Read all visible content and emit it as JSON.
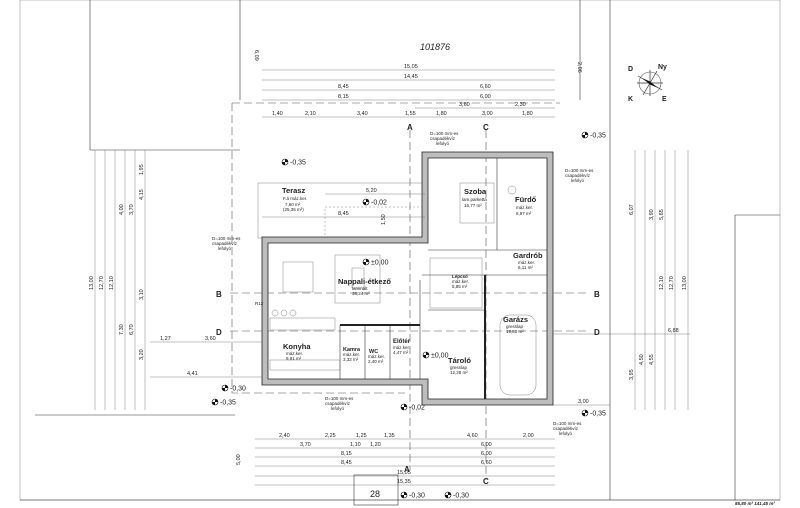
{
  "plan": {
    "lot_number": "101876",
    "neighbor_lot": "28",
    "scale_text": "85,80 m² 141,45 m²",
    "compass": {
      "n": "D",
      "ne": "Ny",
      "s": "E",
      "w": "K"
    },
    "rooms": [
      {
        "name": "Terasz",
        "floor": "F.á máz.ker.",
        "area": "7,60 m²",
        "extra": "(25,35 m²)"
      },
      {
        "name": "Szoba",
        "floor": "lam.parketta",
        "area": "16,77 m²"
      },
      {
        "name": "Fürdő",
        "floor": "máz.ker.",
        "area": "8,97 m²"
      },
      {
        "name": "Gardrób",
        "floor": "máz.ker.",
        "area": "6,11 m²"
      },
      {
        "name": "Nappali-étkező",
        "floor": "laminált",
        "area": "38,24 m²"
      },
      {
        "name": "Lépcső",
        "floor": "máz.ker.",
        "area": "5,85 m²"
      },
      {
        "name": "Konyha",
        "floor": "máz.ker.",
        "area": "9,91 m²"
      },
      {
        "name": "Kamra",
        "floor": "máz.ker.",
        "area": "3,32 m²"
      },
      {
        "name": "WC",
        "floor": "máz.ker.",
        "area": "2,40 m²"
      },
      {
        "name": "Előtér",
        "floor": "máz.ker.",
        "area": "4,47 m²"
      },
      {
        "name": "Tároló",
        "floor": "gresslap",
        "area": "12,28 m²"
      },
      {
        "name": "Garázs",
        "floor": "gresslap",
        "area": "19,80 m²"
      }
    ],
    "elevations": [
      "-0,35",
      "-0,35",
      "-0,02",
      "±0,00",
      "±0,00",
      "-0,30",
      "-0,35",
      "-0,35",
      "-0,02",
      "-0,30",
      "-0,30"
    ],
    "sections": [
      "A",
      "C",
      "B",
      "B",
      "D",
      "D",
      "A",
      "C"
    ],
    "drain_note": [
      "D=100 mm-es",
      "csapadékvíz",
      "lefolyó"
    ],
    "top_dims": {
      "row1": [
        "15,05"
      ],
      "row2": [
        "14,45"
      ],
      "row3": [
        "8,45",
        "6,60"
      ],
      "row4": [
        "8,15",
        "6,00"
      ],
      "row5": [
        "3,60",
        "2,30"
      ],
      "row6": [
        "1,40",
        "2,10",
        "3,40",
        "1,55",
        "1,80",
        "3,00",
        "1,80"
      ]
    },
    "bottom_dims": {
      "row1": [
        "2,40",
        "2,25",
        "1,25",
        "1,35",
        "4,60",
        "2,00"
      ],
      "row2": [
        "3,70",
        "1,10",
        "1,20",
        "6,00"
      ],
      "row3": [
        "8,15",
        "6,00"
      ],
      "row4": [
        "8,45",
        "6,60"
      ],
      "row5": [
        "15,05"
      ],
      "row6": [
        "15,35"
      ]
    },
    "misc_dims": [
      "6,09",
      "2,06",
      "5,00",
      "1,27",
      "3,60",
      "4,41",
      "6,88",
      "3,00",
      "5,20",
      "8,45",
      "1,50"
    ],
    "left_dims": [
      "13,00",
      "12,70",
      "12,10",
      "7,30",
      "6,70",
      "4,00",
      "3,70",
      "4,15",
      "3,10",
      "3,20",
      "1,95"
    ],
    "right_dims": [
      "13,00",
      "12,70",
      "12,10",
      "5,65",
      "3,90",
      "4,55",
      "4,50",
      "3,95",
      "6,07"
    ],
    "ridge_label": "R12"
  }
}
